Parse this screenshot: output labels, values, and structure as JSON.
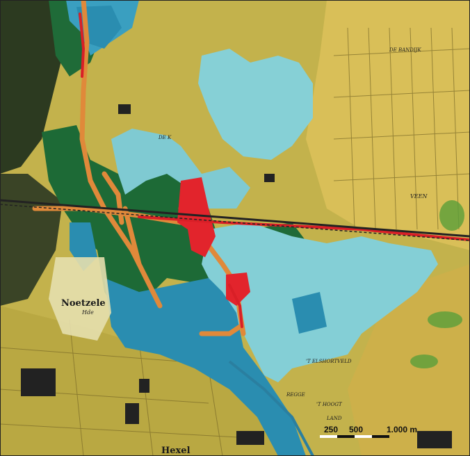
{
  "colors": {
    "base": "#c9b64a",
    "heath": "#d8c25a",
    "forest_dark": "#1f6b3a",
    "green": "#2f8f3e",
    "cyan": "#7fd0d8",
    "blue": "#2a8fb0",
    "orange": "#e08a3a",
    "red": "#e0262e",
    "field": "#b8b24a",
    "dark": "#2a2a1e"
  },
  "labels": {
    "noetzele": "Noetzele",
    "noetzele_sub": "Hde",
    "hexel": "Hexel",
    "de_bandijk": "DE BANDIJK",
    "veen": "VEEN",
    "rossum": "'T ELSHORTVELD",
    "t_hoogt": "'T HOOGT",
    "land": "LAND",
    "regge": "REGGE",
    "de_k": "DE K"
  },
  "scale": {
    "ticks": [
      "250",
      "500",
      "1.000 m"
    ]
  }
}
